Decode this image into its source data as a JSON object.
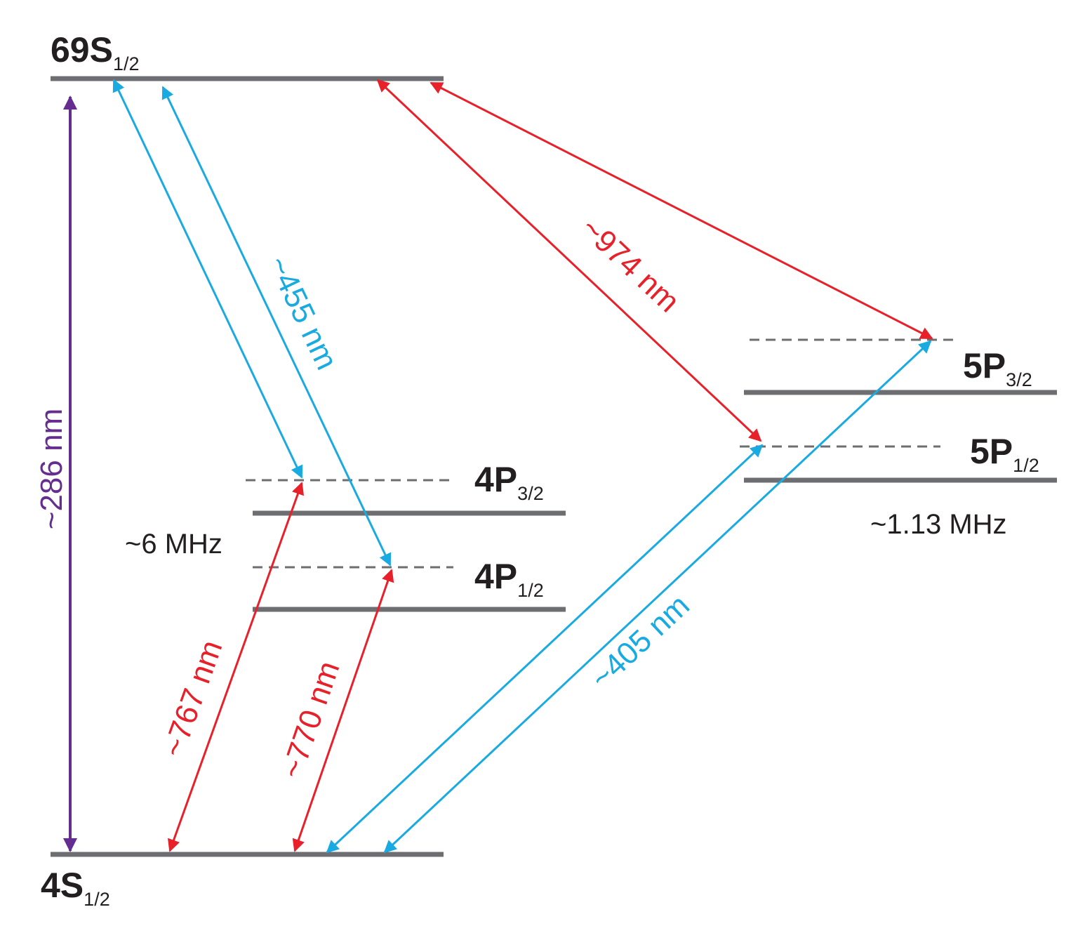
{
  "colors": {
    "level": "#6d6e71",
    "dashed": "#6d6e71",
    "purple": "#662d91",
    "blue": "#1aaae2",
    "red": "#e8202a",
    "text": "#231f20"
  },
  "levels": {
    "s69": {
      "main": "69S",
      "sub": "1/2"
    },
    "s4": {
      "main": "4S",
      "sub": "1/2"
    },
    "p4_32": {
      "main": "4P",
      "sub": "3/2"
    },
    "p4_12": {
      "main": "4P",
      "sub": "1/2"
    },
    "p5_32": {
      "main": "5P",
      "sub": "3/2"
    },
    "p5_12": {
      "main": "5P",
      "sub": "1/2"
    }
  },
  "detunings": {
    "p4": "~6 MHz",
    "p5": "~1.13 MHz"
  },
  "transitions": {
    "t286": {
      "label": "~286 nm",
      "color": "purple"
    },
    "t455": {
      "label": "~455 nm",
      "color": "blue"
    },
    "t974": {
      "label": "~974 nm",
      "color": "red"
    },
    "t767": {
      "label": "~767 nm",
      "color": "red"
    },
    "t770": {
      "label": "~770 nm",
      "color": "red"
    },
    "t405": {
      "label": "~405 nm",
      "color": "blue"
    }
  }
}
